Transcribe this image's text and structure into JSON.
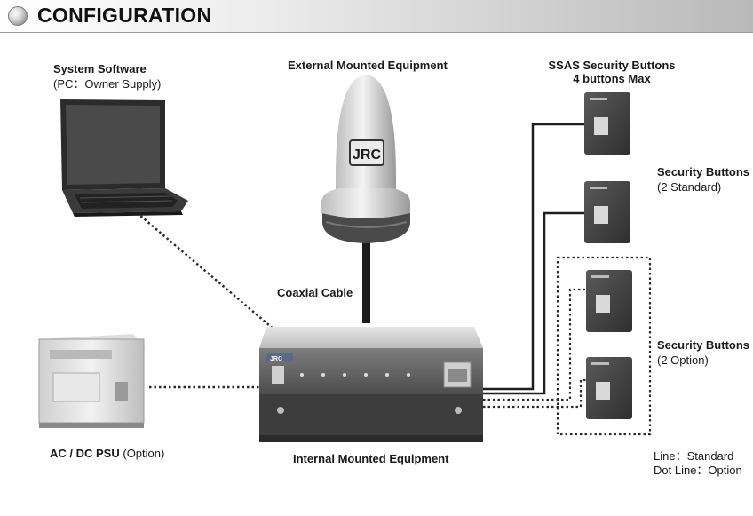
{
  "header": {
    "title": "CONFIGURATION"
  },
  "labels": {
    "system_software": "System Software",
    "pc_owner_supply": "(PC：Owner Supply)",
    "external_equipment": "External Mounted Equipment",
    "ssas_title": "SSAS Security Buttons",
    "ssas_max": "4 buttons Max",
    "security_buttons_std": "Security Buttons",
    "std_count": "(2 Standard)",
    "security_buttons_opt": "Security Buttons",
    "opt_count": "(2 Option)",
    "coaxial_cable": "Coaxial Cable",
    "psu_name": "AC / DC PSU",
    "psu_option": "(Option)",
    "internal_equipment": "Internal Mounted Equipment",
    "legend_line": "Line：Standard",
    "legend_dot": "Dot Line：Option"
  },
  "device_text": {
    "antenna_logo": "JRC",
    "unit_logo": "JRC"
  },
  "colors": {
    "line_dark": "#1e1e1e",
    "dot_line": "#2a2a2a",
    "header_end": "#b9b9b9"
  }
}
